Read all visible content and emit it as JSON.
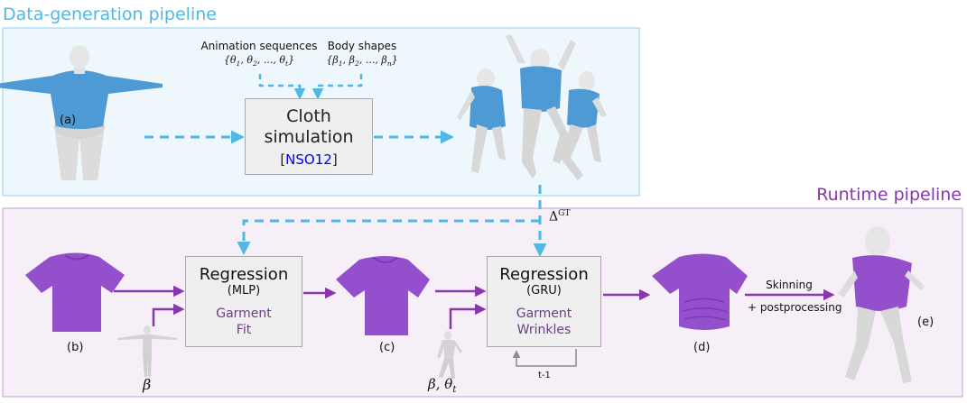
{
  "data_generation": {
    "title": "Data-generation pipeline",
    "animation_label": "Animation sequences",
    "animation_formula": "{θ1, θ2, ..., θt}",
    "body_shapes_label": "Body shapes",
    "body_shapes_formula": "{β1, β2, ..., βn}",
    "input_label": "(a)",
    "sim_box": {
      "line1": "Cloth",
      "line2": "simulation",
      "cite_open": "[",
      "cite": "NSO12",
      "cite_close": "]"
    }
  },
  "runtime": {
    "title": "Runtime pipeline",
    "delta_label": "ΔGT",
    "mlp_box": {
      "title": "Regression",
      "subtitle": "(MLP)",
      "line1": "Garment",
      "line2": "Fit"
    },
    "gru_box": {
      "title": "Regression",
      "subtitle": "(GRU)",
      "line1": "Garment",
      "line2": "Wrinkles"
    },
    "recurrent_label": "t-1",
    "beta_label": "β",
    "beta_theta_label": "β, θt",
    "skinning_label": "Skinning",
    "postprocessing_label": "+ postprocessing",
    "labels": {
      "b": "(b)",
      "c": "(c)",
      "d": "(d)",
      "e": "(e)"
    }
  },
  "colors": {
    "cyan": "#4fb8e4",
    "cyan_bg": "#eef8fc",
    "cyan_border": "#8ed2ee",
    "purple": "#8a36ad",
    "purple_bg": "#f7eff7",
    "purple_border": "#c99ad8",
    "garment": "#9450cc",
    "tshirt_blue": "#4d9ad4",
    "box_text_purple": "#6b3d86",
    "cite_blue": "#0000ee"
  }
}
